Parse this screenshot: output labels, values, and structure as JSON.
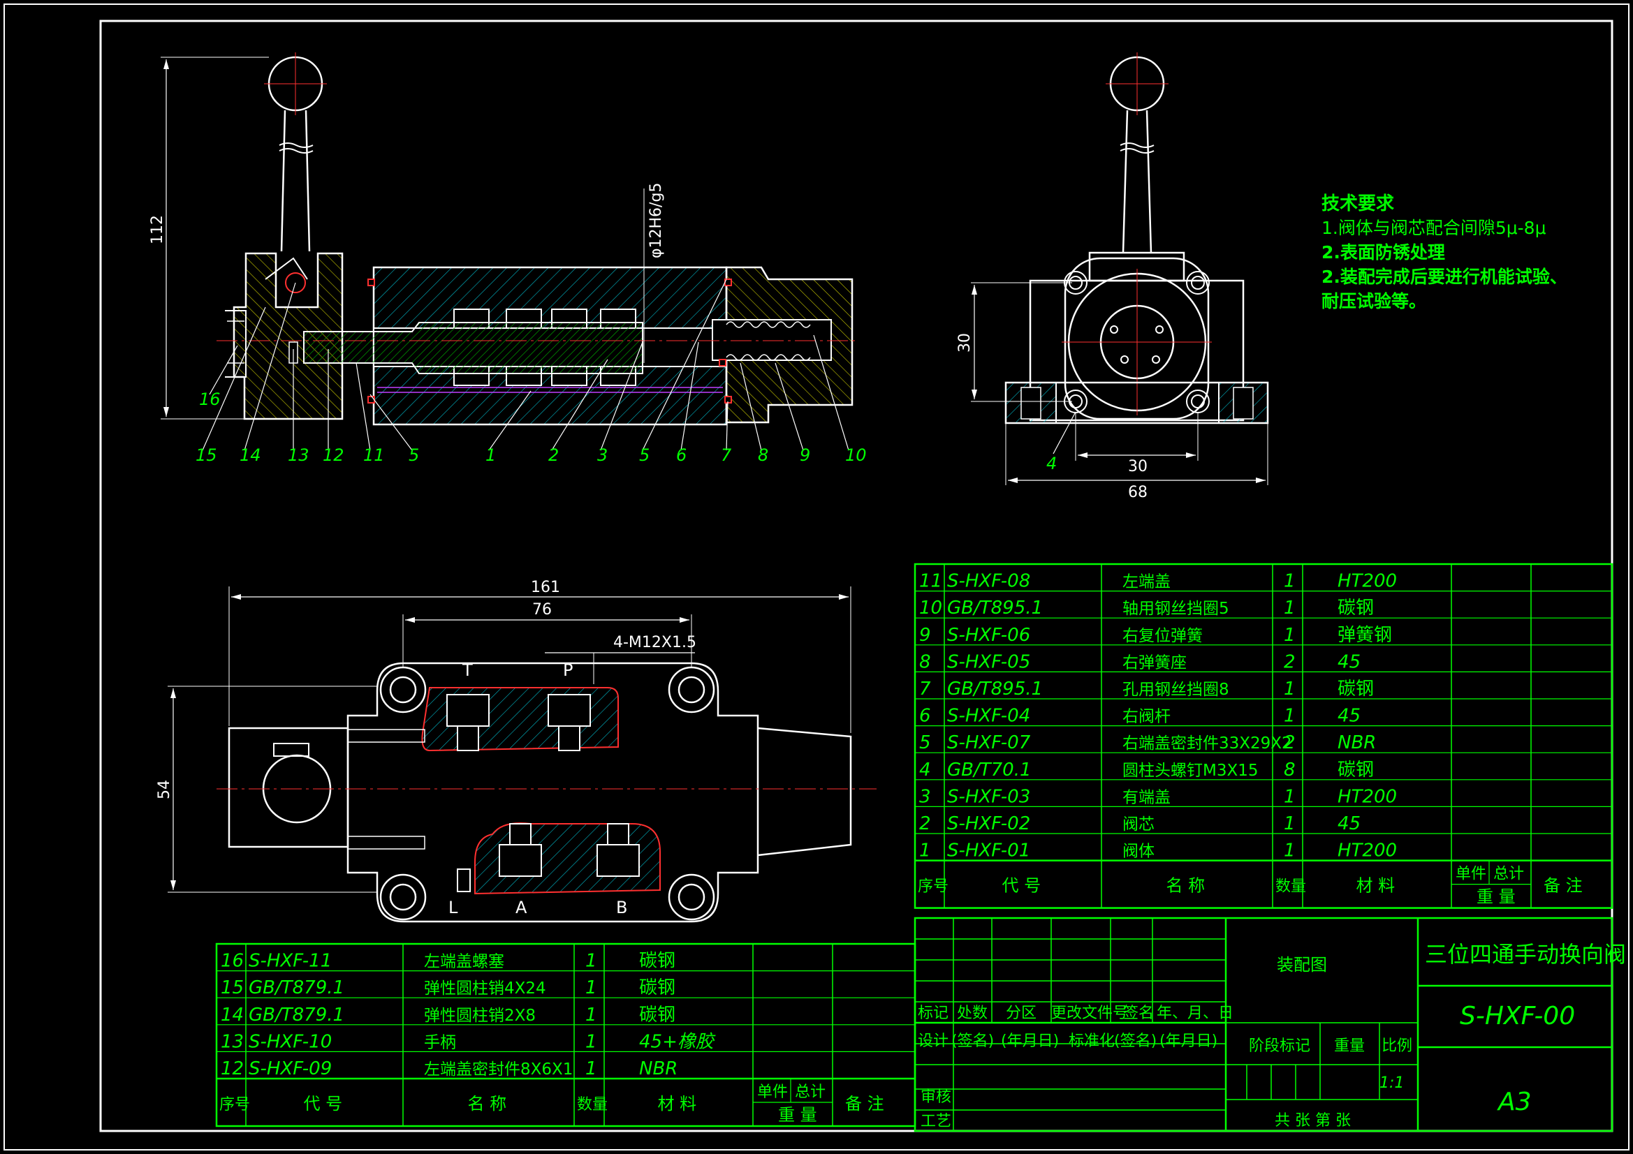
{
  "tech_requirements": {
    "title": "技术要求",
    "lines": [
      "1.阀体与阀芯配合间隙5μ-8μ",
      "2.表面防锈处理",
      "2.装配完成后要进行机能试验、",
      "耐压试验等。"
    ]
  },
  "dimensions": {
    "front_height": "112",
    "fit": "φ12H6/g5",
    "side_height": "30",
    "side_hole_spacing": "30",
    "side_width": "68",
    "top_overall": "161",
    "top_port_span": "76",
    "thread": "4-M12X1.5",
    "top_height": "54"
  },
  "port_labels": [
    "T",
    "P",
    "L",
    "A",
    "B"
  ],
  "front_balloons": [
    "16",
    "15",
    "14",
    "13",
    "12",
    "11",
    "5",
    "1",
    "2",
    "3",
    "5",
    "6",
    "7",
    "8",
    "9",
    "10"
  ],
  "side_balloons": [
    "4"
  ],
  "bom_right": {
    "rows": [
      {
        "no": "11",
        "code": "S-HXF-08",
        "name": "左端盖",
        "qty": "1",
        "material": "HT200"
      },
      {
        "no": "10",
        "code": "GB/T895.1",
        "name": "轴用钢丝挡圈5",
        "qty": "1",
        "material": "碳钢"
      },
      {
        "no": "9",
        "code": "S-HXF-06",
        "name": "右复位弹簧",
        "qty": "1",
        "material": "弹簧钢"
      },
      {
        "no": "8",
        "code": "S-HXF-05",
        "name": "右弹簧座",
        "qty": "2",
        "material": "45"
      },
      {
        "no": "7",
        "code": "GB/T895.1",
        "name": "孔用钢丝挡圈8",
        "qty": "1",
        "material": "碳钢"
      },
      {
        "no": "6",
        "code": "S-HXF-04",
        "name": "右阀杆",
        "qty": "1",
        "material": "45"
      },
      {
        "no": "5",
        "code": "S-HXF-07",
        "name": "右端盖密封件33X29X2",
        "qty": "2",
        "material": "NBR"
      },
      {
        "no": "4",
        "code": "GB/T70.1",
        "name": "圆柱头螺钉M3X15",
        "qty": "8",
        "material": "碳钢"
      },
      {
        "no": "3",
        "code": "S-HXF-03",
        "name": "有端盖",
        "qty": "1",
        "material": "HT200"
      },
      {
        "no": "2",
        "code": "S-HXF-02",
        "name": "阀芯",
        "qty": "1",
        "material": "45"
      },
      {
        "no": "1",
        "code": "S-HXF-01",
        "name": "阀体",
        "qty": "1",
        "material": "HT200"
      }
    ],
    "header": {
      "no": "序号",
      "code": "代  号",
      "name": "名  称",
      "qty": "数量",
      "material": "材  料",
      "unit": "单件",
      "total": "总计",
      "weight": "重  量",
      "remark": "备  注"
    }
  },
  "bom_left": {
    "rows": [
      {
        "no": "16",
        "code": "S-HXF-11",
        "name": "左端盖螺塞",
        "qty": "1",
        "material": "碳钢"
      },
      {
        "no": "15",
        "code": "GB/T879.1",
        "name": "弹性圆柱销4X24",
        "qty": "1",
        "material": "碳钢"
      },
      {
        "no": "14",
        "code": "GB/T879.1",
        "name": "弹性圆柱销2X8",
        "qty": "1",
        "material": "碳钢"
      },
      {
        "no": "13",
        "code": "S-HXF-10",
        "name": "手柄",
        "qty": "1",
        "material": "45+橡胶"
      },
      {
        "no": "12",
        "code": "S-HXF-09",
        "name": "左端盖密封件8X6X1",
        "qty": "1",
        "material": "NBR"
      }
    ],
    "header": {
      "no": "序号",
      "code": "代  号",
      "name": "名  称",
      "qty": "数量",
      "material": "材  料",
      "unit": "单件",
      "total": "总计",
      "weight": "重  量",
      "remark": "备  注"
    }
  },
  "title_block": {
    "drawing_type": "装配图",
    "title": "三位四通手动换向阀",
    "drawing_no": "S-HXF-00",
    "sheet_size": "A3",
    "scale": "1:1",
    "labels": {
      "mark": "标记",
      "count": "处数",
      "zone": "分区",
      "change_doc": "更改文件号",
      "sign": "签名",
      "date": "年、月、日",
      "design": "设计",
      "design_sign": "(签名)",
      "design_date": "(年月日)",
      "standard": "标准化",
      "standard_sign": "(签名)",
      "standard_date": "(年月日)",
      "stage": "阶段标记",
      "weight": "重量",
      "ratio": "比例",
      "review": "审核",
      "process": "工艺",
      "sheets": "共    张  第    张"
    }
  },
  "colors": {
    "background": "#000000",
    "frame": "#ffffff",
    "text": "#00ff00",
    "hatch": "#00c0c0",
    "body_hatch": "#d8d800",
    "dim": "#ffffff",
    "center": "#ff3030",
    "core": "#00b000"
  }
}
